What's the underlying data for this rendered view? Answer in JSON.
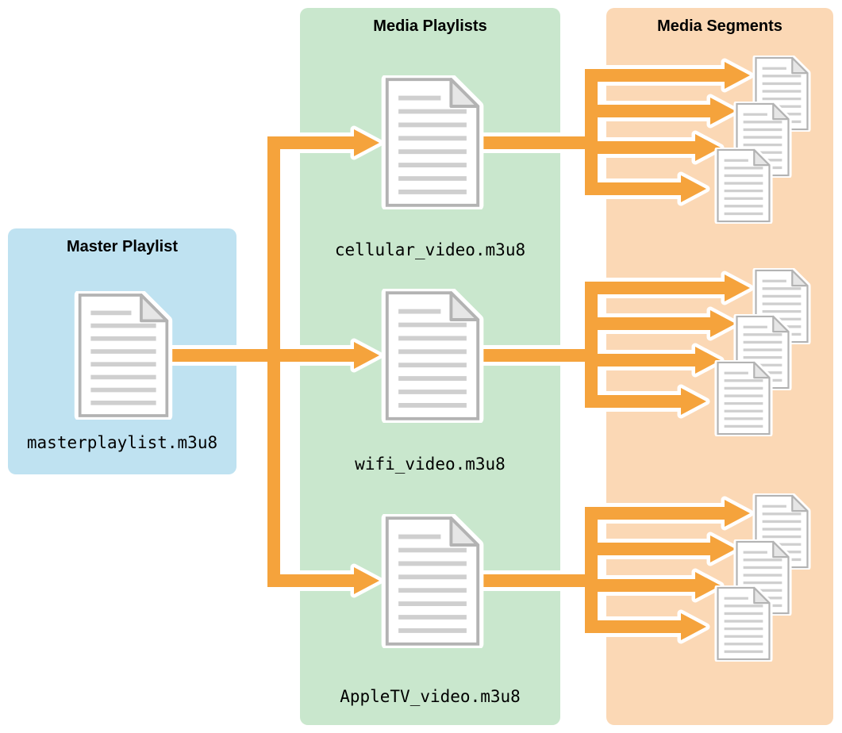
{
  "diagram": {
    "master_panel": {
      "title": "Master Playlist",
      "file": {
        "label": "masterplaylist.m3u8"
      }
    },
    "media_playlists_panel": {
      "title": "Media Playlists",
      "files": [
        {
          "label": "cellular_video.m3u8"
        },
        {
          "label": "wifi_video.m3u8"
        },
        {
          "label": "AppleTV_video.m3u8"
        }
      ]
    },
    "media_segments_panel": {
      "title": "Media Segments",
      "clusters": [
        {
          "segment_count": 3,
          "arrow_count": 4
        },
        {
          "segment_count": 3,
          "arrow_count": 4
        },
        {
          "segment_count": 3,
          "arrow_count": 4
        }
      ]
    },
    "colors": {
      "master_panel_bg": "#bfe2f1",
      "media_playlists_bg": "#c9e7cd",
      "media_segments_bg": "#fbd8b5",
      "arrow": "#f5a33c"
    }
  }
}
